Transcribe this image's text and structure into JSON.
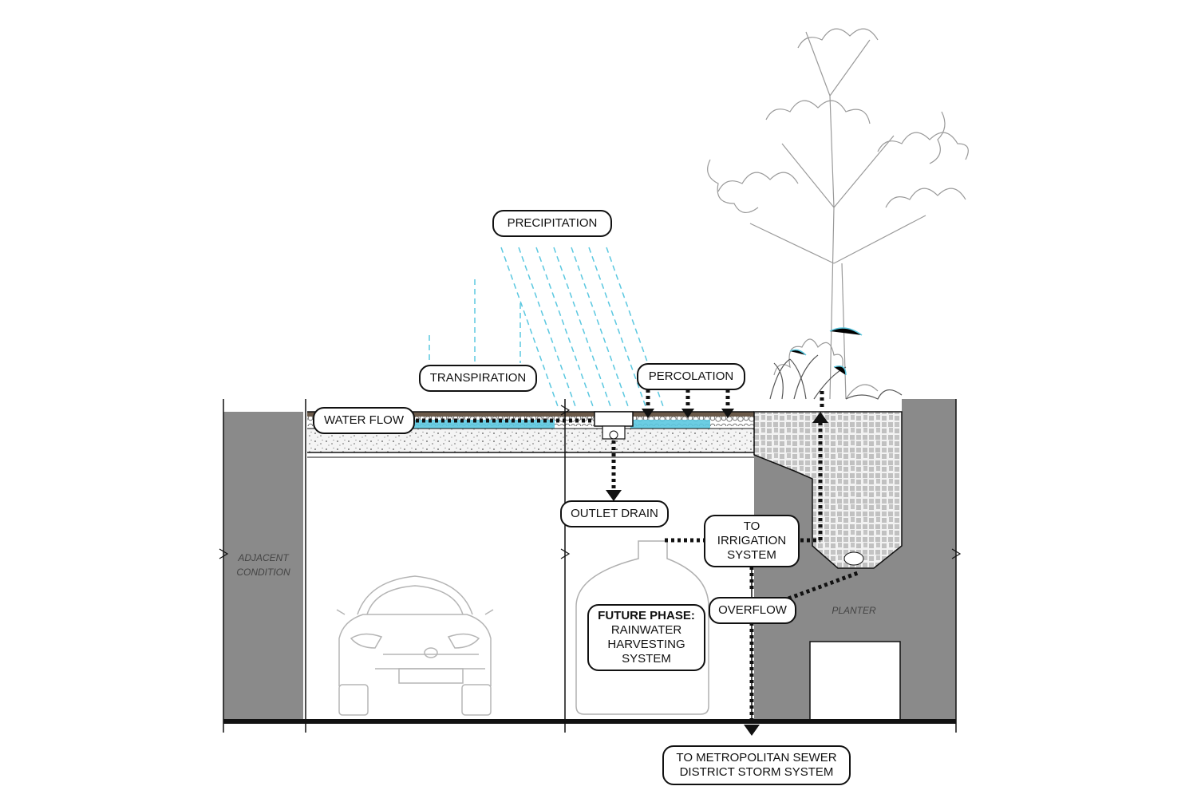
{
  "labels": {
    "precipitation": "PRECIPITATION",
    "transpiration": "TRANSPIRATION",
    "percolation": "PERCOLATION",
    "water_flow": "WATER FLOW",
    "outlet_drain": "OUTLET DRAIN",
    "to_irrigation": [
      "TO",
      "IRRIGATION",
      "SYSTEM"
    ],
    "overflow": "OVERFLOW",
    "future_phase": {
      "title": "FUTURE PHASE:",
      "lines": [
        "RAINWATER",
        "HARVESTING",
        "SYSTEM"
      ]
    },
    "sewer": [
      "TO METROPOLITAN SEWER",
      "DISTRICT STORM SYSTEM"
    ]
  },
  "notes": {
    "adjacent": [
      "ADJACENT",
      "CONDITION"
    ],
    "planter": "PLANTER"
  },
  "colors": {
    "water": "#5bc8e0",
    "wall": "#8a8a8a",
    "line": "#111111",
    "faint": "#bdbdbd"
  }
}
